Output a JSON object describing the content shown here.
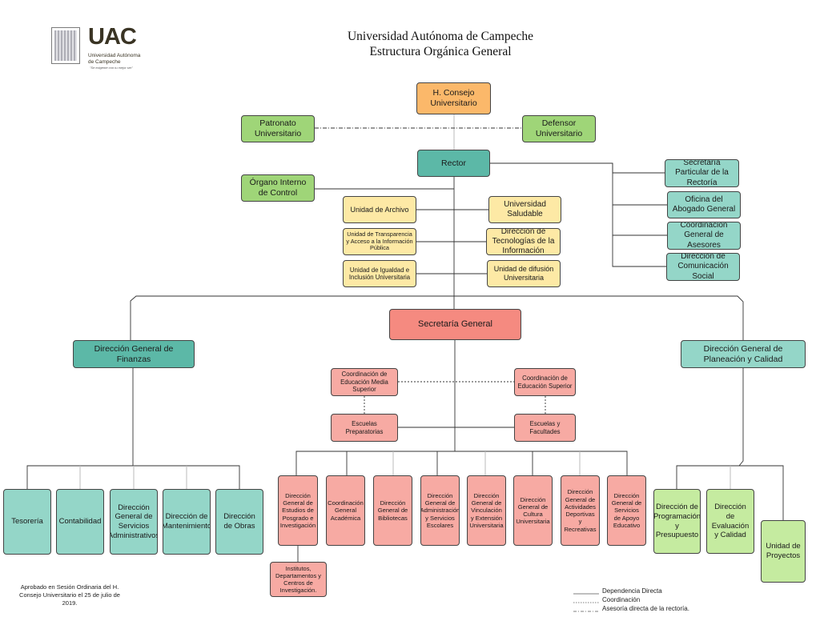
{
  "header": {
    "title_line1": "Universidad Autónoma de Campeche",
    "title_line2": "Estructura Orgánica General"
  },
  "logo": {
    "acronym": "UAC",
    "name": "Universidad Autónoma de Campeche",
    "motto": "\"Se exigente con tu mejor ser\"",
    "seal_icon": "university-seal-icon"
  },
  "nodes": [
    {
      "id": "consejo",
      "label": "H. Consejo Universitario",
      "color": "#fbb86a"
    },
    {
      "id": "patronato",
      "label": "Patronato Universitario",
      "color": "#9fd578"
    },
    {
      "id": "defensor",
      "label": "Defensor Universitario",
      "color": "#9fd578"
    },
    {
      "id": "rector",
      "label": "Rector",
      "color": "#5cb8a7"
    },
    {
      "id": "organo",
      "label": "Órgano Interno de Control",
      "color": "#9fd578"
    },
    {
      "id": "sec_part",
      "label": "Secretaría Particular de la Rectoría",
      "color": "#94d6c8"
    },
    {
      "id": "abogado",
      "label": "Oficina del Abogado General",
      "color": "#94d6c8"
    },
    {
      "id": "asesores",
      "label": "Coordinación General de Asesores",
      "color": "#94d6c8"
    },
    {
      "id": "comunicacion",
      "label": "Dirección de Comunicación Social",
      "color": "#94d6c8"
    },
    {
      "id": "archivo",
      "label": "Unidad de Archivo",
      "color": "#fde9a5"
    },
    {
      "id": "saludable",
      "label": "Universidad Saludable",
      "color": "#fde9a5"
    },
    {
      "id": "transparencia",
      "label": "Unidad de Transparencia y Acceso a la Información Pública",
      "color": "#fde9a5"
    },
    {
      "id": "tecnologias",
      "label": "Dirección de Tecnologías de la Información",
      "color": "#fde9a5"
    },
    {
      "id": "igualdad",
      "label": "Unidad de Igualdad e Inclusión Universitaria",
      "color": "#fde9a5"
    },
    {
      "id": "difusion",
      "label": "Unidad de difusión Universitaria",
      "color": "#fde9a5"
    },
    {
      "id": "sec_general",
      "label": "Secretaría General",
      "color": "#f58a80"
    },
    {
      "id": "finanzas",
      "label": "Dirección General de Finanzas",
      "color": "#5cb8a7"
    },
    {
      "id": "planeacion",
      "label": "Dirección General de Planeación y Calidad",
      "color": "#94d6c8"
    },
    {
      "id": "coord_media",
      "label": "Coordinación de Educación Media Superior",
      "color": "#f7aaa3"
    },
    {
      "id": "coord_superior",
      "label": "Coordinación de Educación Superior",
      "color": "#f7aaa3"
    },
    {
      "id": "preparatorias",
      "label": "Escuelas Preparatorias",
      "color": "#f7aaa3"
    },
    {
      "id": "facultades",
      "label": "Escuelas y Facultades",
      "color": "#f7aaa3"
    },
    {
      "id": "tesoreria",
      "label": "Tesorería",
      "color": "#94d6c8"
    },
    {
      "id": "contabilidad",
      "label": "Contabilidad",
      "color": "#94d6c8"
    },
    {
      "id": "servicios_adm",
      "label": "Dirección General de Servicios Administrativos",
      "color": "#94d6c8"
    },
    {
      "id": "mantenimiento",
      "label": "Dirección de Mantenimiento",
      "color": "#94d6c8"
    },
    {
      "id": "obras",
      "label": "Dirección de Obras",
      "color": "#94d6c8"
    },
    {
      "id": "posgrado",
      "label": "Dirección General de Estudios de Posgrado e Investigación",
      "color": "#f7aaa3"
    },
    {
      "id": "academica",
      "label": "Coordinación General Académica",
      "color": "#f7aaa3"
    },
    {
      "id": "bibliotecas",
      "label": "Dirección General de Bibliotecas",
      "color": "#f7aaa3"
    },
    {
      "id": "escolares",
      "label": "Dirección General de Administración y Servicios Escolares",
      "color": "#f7aaa3"
    },
    {
      "id": "vinculacion",
      "label": "Dirección General de Vinculación y Extensión Universitaria",
      "color": "#f7aaa3"
    },
    {
      "id": "cultura",
      "label": "Dirección General de Cultura Universitaria",
      "color": "#f7aaa3"
    },
    {
      "id": "deportivas",
      "label": "Dirección General de Actividades Deportivas y Recreativas",
      "color": "#f7aaa3"
    },
    {
      "id": "apoyo",
      "label": "Dirección General de Servicios de Apoyo Educativo",
      "color": "#f7aaa3"
    },
    {
      "id": "institutos",
      "label": "Institutos, Departamentos y Centros de Investigación.",
      "color": "#f7aaa3"
    },
    {
      "id": "programacion",
      "label": "Dirección de Programación y Presupuesto",
      "color": "#c5eba0"
    },
    {
      "id": "evaluacion",
      "label": "Dirección de Evaluación y Calidad",
      "color": "#c5eba0"
    },
    {
      "id": "proyectos",
      "label": "Unidad de Proyectos",
      "color": "#c5eba0"
    }
  ],
  "footer_note": "Aprobado en Sesión Ordinaria del H. Consejo Universitario el 25 de julio de 2019.",
  "legend": [
    {
      "label": "Dependencia Directa",
      "style": "solid"
    },
    {
      "label": "Coordinación",
      "style": "dotted"
    },
    {
      "label": "Asesoría directa de la rectoría.",
      "style": "dashdot"
    }
  ]
}
